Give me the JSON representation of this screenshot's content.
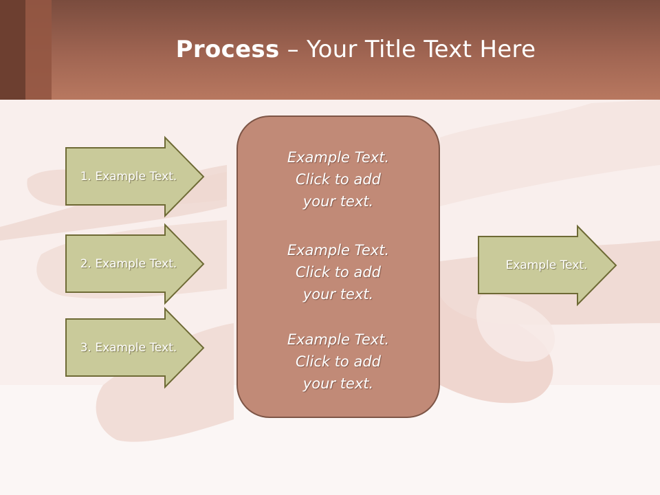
{
  "slide": {
    "title_bold": "Process",
    "title_rest": " – Your Title Text Here"
  },
  "inputs": [
    {
      "label": "1. Example Text."
    },
    {
      "label": "2. Example Text."
    },
    {
      "label": "3. Example Text."
    }
  ],
  "center": {
    "blocks": [
      {
        "text": "Example Text.\nClick  to add\nyour text."
      },
      {
        "text": "Example Text.\nClick  to add\nyour text."
      },
      {
        "text": "Example Text.\nClick  to add\nyour text."
      }
    ]
  },
  "output": {
    "label": "Example Text."
  },
  "colors": {
    "header": "#a06552",
    "arrow_fill": "#c9ca9a",
    "arrow_border": "#6e6a35",
    "box_fill": "#c18a77",
    "box_border": "#7d5546",
    "background": "#f7ecea"
  }
}
